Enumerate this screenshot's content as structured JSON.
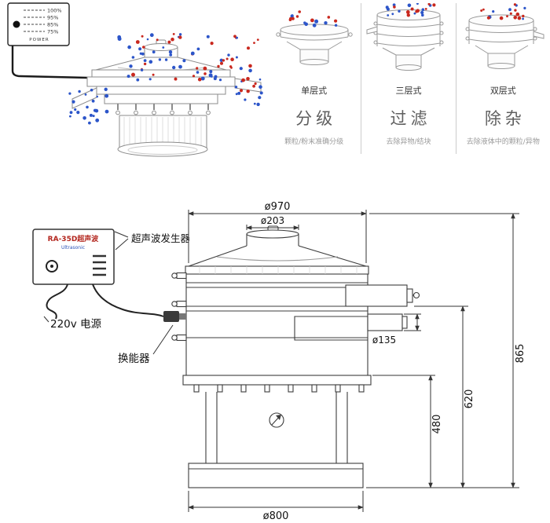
{
  "top_left": {
    "power_label": "POWER",
    "levels": [
      "100%",
      "95%",
      "85%",
      "75%"
    ]
  },
  "features": {
    "items": [
      {
        "type": "单层式",
        "title": "分级",
        "desc": "颗粒/粉末准确分级"
      },
      {
        "type": "三层式",
        "title": "过滤",
        "desc": "去除异物/结块"
      },
      {
        "type": "双层式",
        "title": "除杂",
        "desc": "去除液体中的颗粒/异物"
      }
    ]
  },
  "drawing": {
    "labels": {
      "generator": "超声波发生器",
      "power": "220v 电源",
      "transducer": "换能器"
    },
    "box": {
      "title": "RA-35D超声波",
      "subtitle": "Ultrasonic"
    },
    "dims": {
      "top_diameter": "ø970",
      "inlet_diameter": "ø203",
      "outlet_diameter": "ø135",
      "total_height": "865",
      "outlet_height": "620",
      "deck_height": "480",
      "base_diameter": "ø800"
    }
  },
  "colors": {
    "particle_red": "#c9281e",
    "particle_blue": "#2c55c9",
    "line_gray": "#8b8b8b",
    "drawing_dark": "#3c3c3c"
  }
}
